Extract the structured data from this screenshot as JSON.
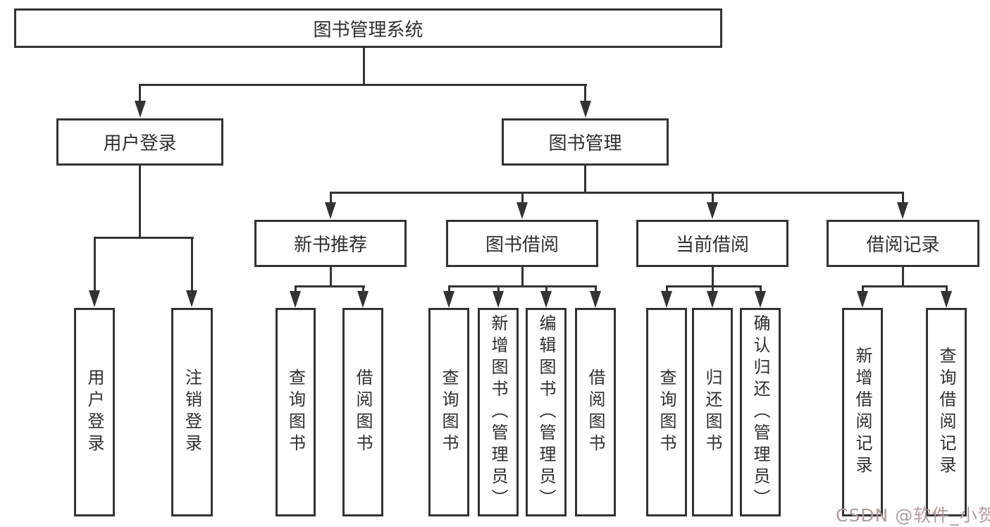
{
  "diagram": {
    "root": {
      "label": "图书管理系统"
    },
    "branches": [
      {
        "label": "用户登录",
        "children": [
          {
            "label": "用户登录"
          },
          {
            "label": "注销登录"
          }
        ]
      },
      {
        "label": "图书管理",
        "children": [
          {
            "label": "新书推荐",
            "children": [
              {
                "label": "查询图书"
              },
              {
                "label": "借阅图书"
              }
            ]
          },
          {
            "label": "图书借阅",
            "children": [
              {
                "label": "查询图书"
              },
              {
                "label": "新增图书（管理员）"
              },
              {
                "label": "编辑图书（管理员）"
              },
              {
                "label": "借阅图书"
              }
            ]
          },
          {
            "label": "当前借阅",
            "children": [
              {
                "label": "查询图书"
              },
              {
                "label": "归还图书"
              },
              {
                "label": "确认归还（管理员）"
              }
            ]
          },
          {
            "label": "借阅记录",
            "children": [
              {
                "label": "新增借阅记录"
              },
              {
                "label": "查询借阅记录"
              }
            ]
          }
        ]
      }
    ],
    "watermark": "CSDN @软件_小贺同学"
  },
  "colors": {
    "line": "#333333",
    "text": "#2f2f2f",
    "watermark": "#b39b9b",
    "background": "#ffffff"
  }
}
